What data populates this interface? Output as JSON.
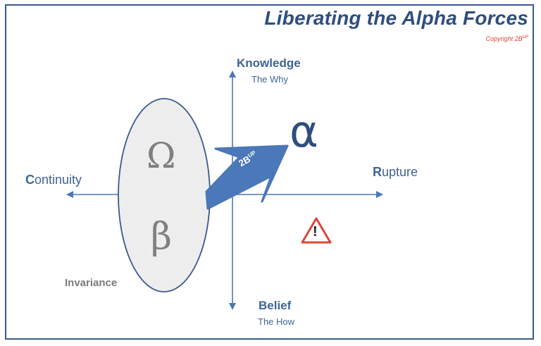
{
  "title": "Liberating the Alpha Forces",
  "copyright": {
    "text": "Copyright 2B",
    "sup": "UP"
  },
  "axes": {
    "top": {
      "label": "Knowledge",
      "sub": "The Why"
    },
    "bottom": {
      "label": "Belief",
      "sub": "The How"
    },
    "left": {
      "initial": "C",
      "rest": "ontinuity"
    },
    "right": {
      "initial": "R",
      "rest": "upture"
    }
  },
  "ellipse": {
    "upper_symbol": "Ω",
    "lower_symbol": "β",
    "caption": "Invariance"
  },
  "arrow": {
    "label": "2B",
    "label_sup": "UP",
    "target_symbol": "α"
  },
  "warning": {
    "glyph": "!"
  },
  "colors": {
    "frame": "#3a5a8c",
    "title": "#2e4e7e",
    "axis": "#4a78b8",
    "arrow": "#4a78b8",
    "ellipse_stroke": "#3a5a8c",
    "symbol_grey": "#808080",
    "warning_red": "#e0443a",
    "copyright": "#e0443a"
  }
}
